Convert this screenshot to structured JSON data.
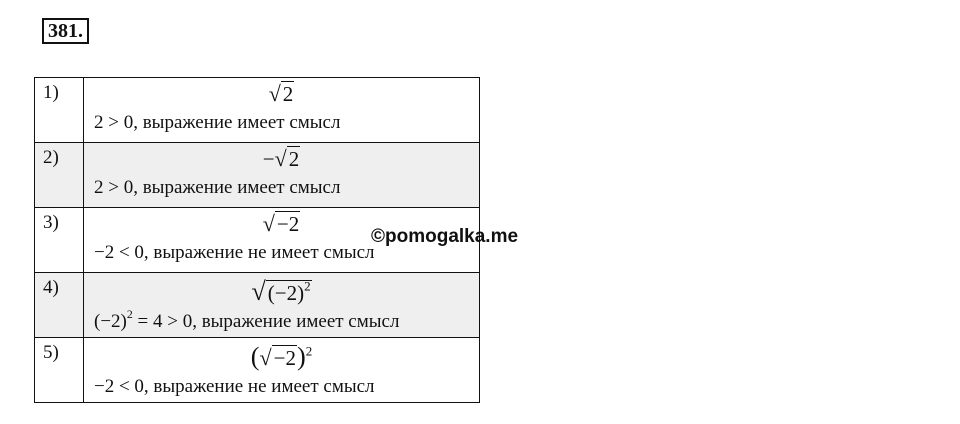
{
  "task": {
    "number": "381."
  },
  "watermark": "©pomogalka.me",
  "rows": [
    {
      "n": "1)",
      "radicand": "2",
      "statement": "2 > 0, выражение имеет смысл"
    },
    {
      "n": "2)",
      "prefix": "−",
      "radicand": "2",
      "statement": "2 > 0, выражение имеет смысл"
    },
    {
      "n": "3)",
      "radicand": "−2",
      "statement": "−2 < 0, выражение не имеет смысл"
    },
    {
      "n": "4)",
      "radicand": "(−2)",
      "exponent": "2",
      "statement_base": "(−2)",
      "statement_exp": "2",
      "statement_rest": " = 4 > 0, выражение имеет смысл"
    },
    {
      "n": "5)",
      "radicand": "−2",
      "exponent": "2",
      "statement": "−2 < 0, выражение не имеет смысл"
    }
  ]
}
